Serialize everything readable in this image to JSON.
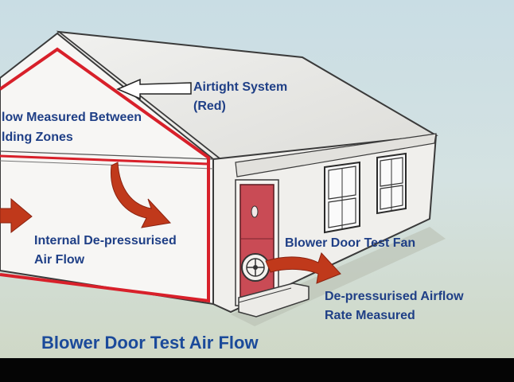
{
  "labels": {
    "airtight_line1": "Airtight System",
    "airtight_line2": "(Red)",
    "between_line1": "low Measured Between",
    "between_line2": "lding Zones",
    "internal_line1": "Internal De-pressurised",
    "internal_line2": "Air Flow",
    "fan": "Blower Door Test Fan",
    "rate_line1": "De-pressurised Airflow",
    "rate_line2": "Rate Measured"
  },
  "title": "Blower Door Test Air Flow",
  "colors": {
    "airtight_outline": "#d8202a",
    "door": "#c94b55",
    "arrow": "#c0391b",
    "label_text": "#1f3f86"
  },
  "icons": {
    "pointer_arrow": "hollow-left-arrow-icon",
    "fan": "fan-icon"
  }
}
